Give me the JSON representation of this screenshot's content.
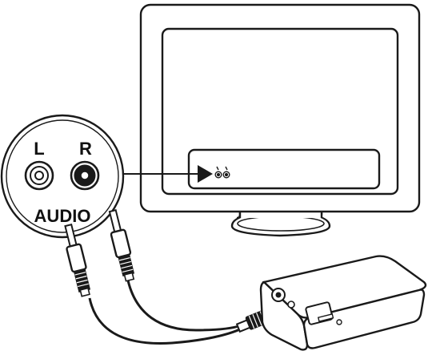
{
  "labels": {
    "left": "L",
    "right": "R",
    "audio": "AUDIO"
  },
  "colors": {
    "line": "#1a1a1a",
    "background": "#ffffff"
  },
  "icons": {
    "monitor": "monitor-icon",
    "jack_panel": "rca-jack-panel-icon",
    "media_player": "media-player-device-icon",
    "cable": "rca-cable-icon",
    "arrow": "arrow-right-icon"
  }
}
